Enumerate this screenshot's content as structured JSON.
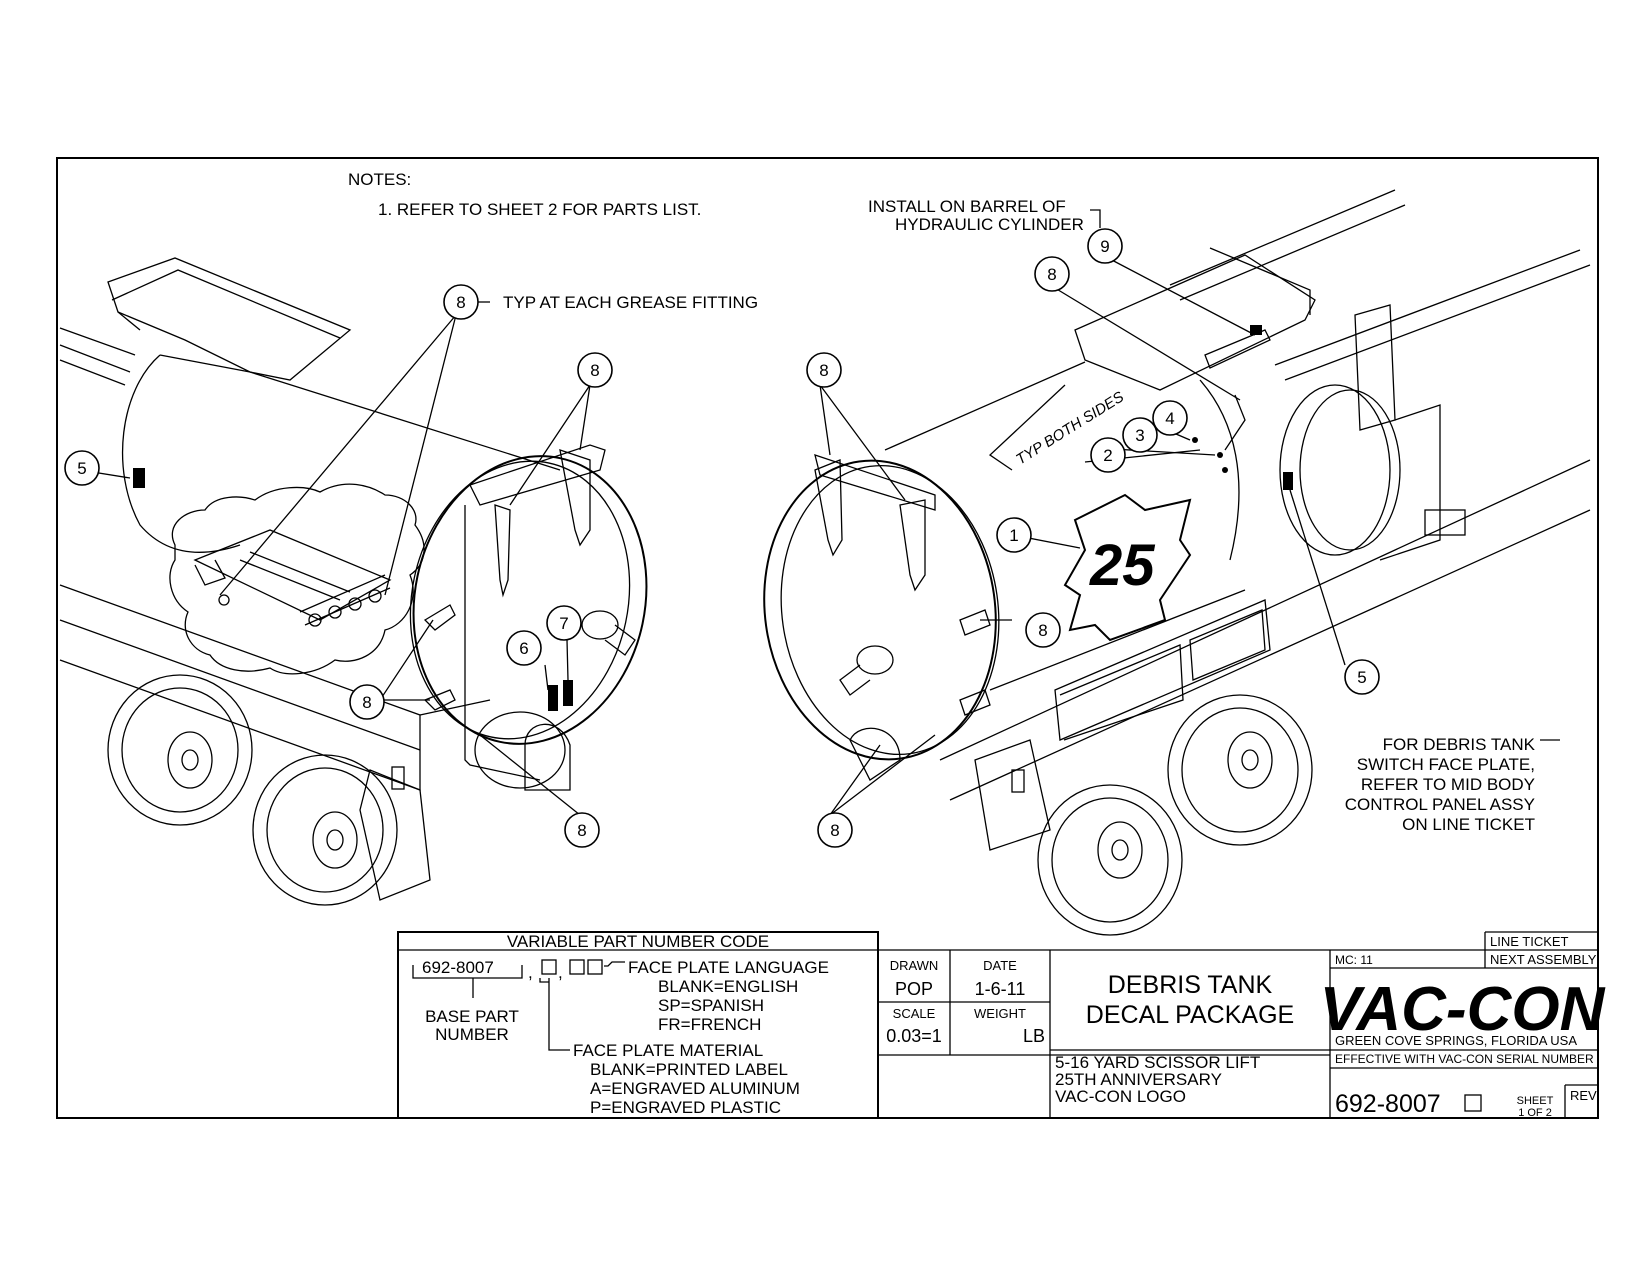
{
  "notes": {
    "heading": "NOTES:",
    "items": [
      "1.  REFER TO SHEET 2 FOR PARTS LIST."
    ]
  },
  "callouts": {
    "typ_grease": "TYP AT EACH GREASE FITTING",
    "install_line1": "INSTALL ON BARREL OF",
    "install_line2": "HYDRAULIC CYLINDER",
    "typ_both_sides": "TYP BOTH SIDES",
    "face_plate_note": [
      "FOR DEBRIS TANK",
      "SWITCH FACE PLATE,",
      "REFER TO MID BODY",
      "CONTROL PANEL ASSY",
      "ON LINE TICKET"
    ]
  },
  "balloons": {
    "b1": "1",
    "b2": "2",
    "b3": "3",
    "b4": "4",
    "b5": "5",
    "b6": "6",
    "b7": "7",
    "b8": "8",
    "b9": "9"
  },
  "logo_decal": {
    "text": "25"
  },
  "variable_code": {
    "title": "VARIABLE PART NUMBER CODE",
    "base_number": "692-8007",
    "base_label_1": "BASE PART",
    "base_label_2": "NUMBER",
    "language_label": "FACE PLATE LANGUAGE",
    "language_options": [
      "BLANK=ENGLISH",
      "SP=SPANISH",
      "FR=FRENCH"
    ],
    "material_label": "FACE PLATE MATERIAL",
    "material_options": [
      "BLANK=PRINTED LABEL",
      "A=ENGRAVED ALUMINUM",
      "P=ENGRAVED PLASTIC"
    ]
  },
  "title_block": {
    "drawn_label": "DRAWN",
    "drawn_value": "POP",
    "date_label": "DATE",
    "date_value": "1-6-11",
    "scale_label": "SCALE",
    "scale_value": "0.03=1",
    "weight_label": "WEIGHT",
    "weight_unit": "LB",
    "title_line1": "DEBRIS TANK",
    "title_line2": "DECAL PACKAGE",
    "desc": [
      "5-16 YARD SCISSOR LIFT",
      "25TH ANNIVERSARY",
      "VAC-CON LOGO"
    ],
    "mc": "MC: 11",
    "line_ticket": "LINE TICKET",
    "next_assembly": "NEXT ASSEMBLY",
    "company_logo": "VAC-CON",
    "company_location": "GREEN COVE SPRINGS, FLORIDA USA",
    "effective": "EFFECTIVE WITH VAC-CON SERIAL NUMBER",
    "part_number": "692-8007",
    "sheet_label": "SHEET",
    "sheet_value": "1 OF 2",
    "rev_label": "REV"
  }
}
